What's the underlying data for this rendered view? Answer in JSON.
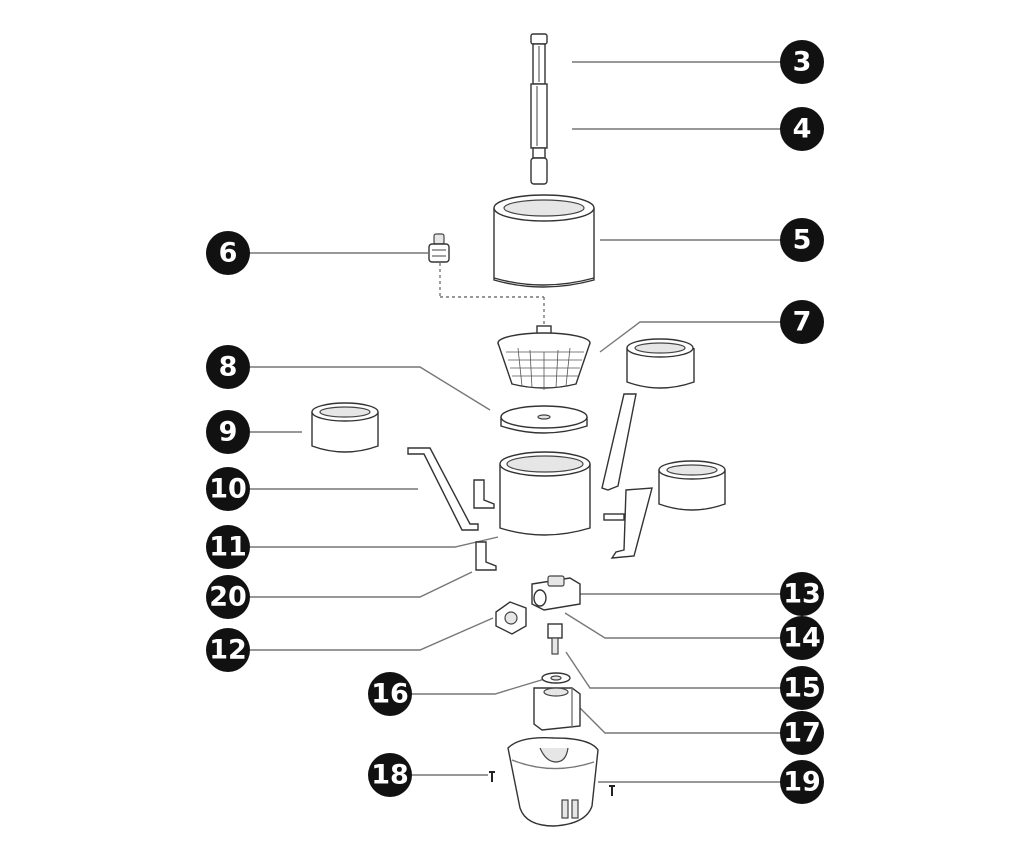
{
  "callouts": [
    {
      "number": "3"
    },
    {
      "number": "4"
    },
    {
      "number": "5"
    },
    {
      "number": "6"
    },
    {
      "number": "7"
    },
    {
      "number": "8"
    },
    {
      "number": "9"
    },
    {
      "number": "10"
    },
    {
      "number": "11"
    },
    {
      "number": "20"
    },
    {
      "number": "13"
    },
    {
      "number": "14"
    },
    {
      "number": "12"
    },
    {
      "number": "16"
    },
    {
      "number": "15"
    },
    {
      "number": "17"
    },
    {
      "number": "18"
    },
    {
      "number": "19"
    }
  ],
  "colors": {
    "badge": "#111111",
    "line": "#777777",
    "stroke": "#333333"
  }
}
